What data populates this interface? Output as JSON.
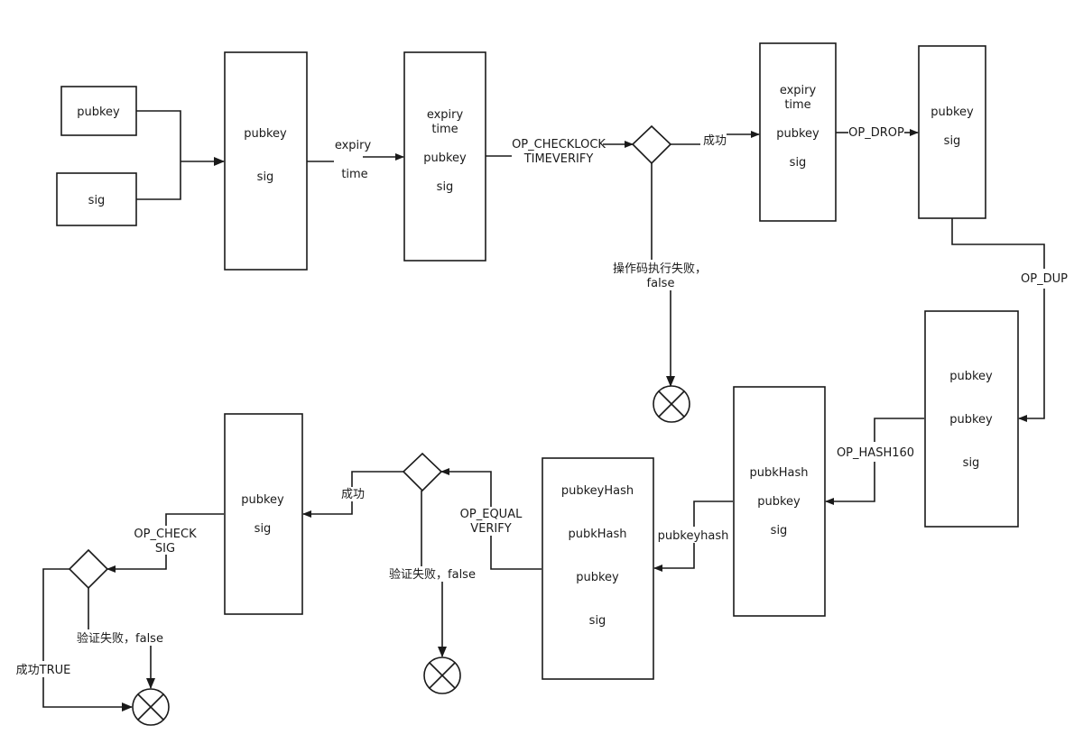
{
  "boxes": {
    "input_pubkey": [
      "pubkey"
    ],
    "input_sig": [
      "sig"
    ],
    "stack1": [
      "pubkey",
      "sig"
    ],
    "stack2": [
      "expiry",
      "time",
      "pubkey",
      "sig"
    ],
    "stack3": [
      "expiry",
      "time",
      "pubkey",
      "sig"
    ],
    "stack4": [
      "pubkey",
      "sig"
    ],
    "stack5": [
      "pubkey",
      "pubkey",
      "sig"
    ],
    "stack6": [
      "pubkHash",
      "pubkey",
      "sig"
    ],
    "stack7": [
      "pubkeyHash",
      "pubkHash",
      "pubkey",
      "sig"
    ],
    "stack8": [
      "pubkey",
      "sig"
    ]
  },
  "labels": {
    "expiry_time": [
      "expiry",
      "time"
    ],
    "op_checklocktimeverify": [
      "OP_CHECKLOCK",
      "TIMEVERIFY"
    ],
    "success_1": "成功",
    "opcode_fail": [
      "操作码执行失败，",
      "false"
    ],
    "op_drop": "OP_DROP",
    "op_dup": "OP_DUP",
    "op_hash160": "OP_HASH160",
    "pubkeyhash": "pubkeyhash",
    "op_equalverify": [
      "OP_EQUAL",
      "VERIFY"
    ],
    "verify_fail_1": "验证失败，false",
    "success_2": "成功",
    "op_checksig": [
      "OP_CHECK",
      "SIG"
    ],
    "verify_fail_2": "验证失败，false",
    "success_true": "成功TRUE"
  }
}
